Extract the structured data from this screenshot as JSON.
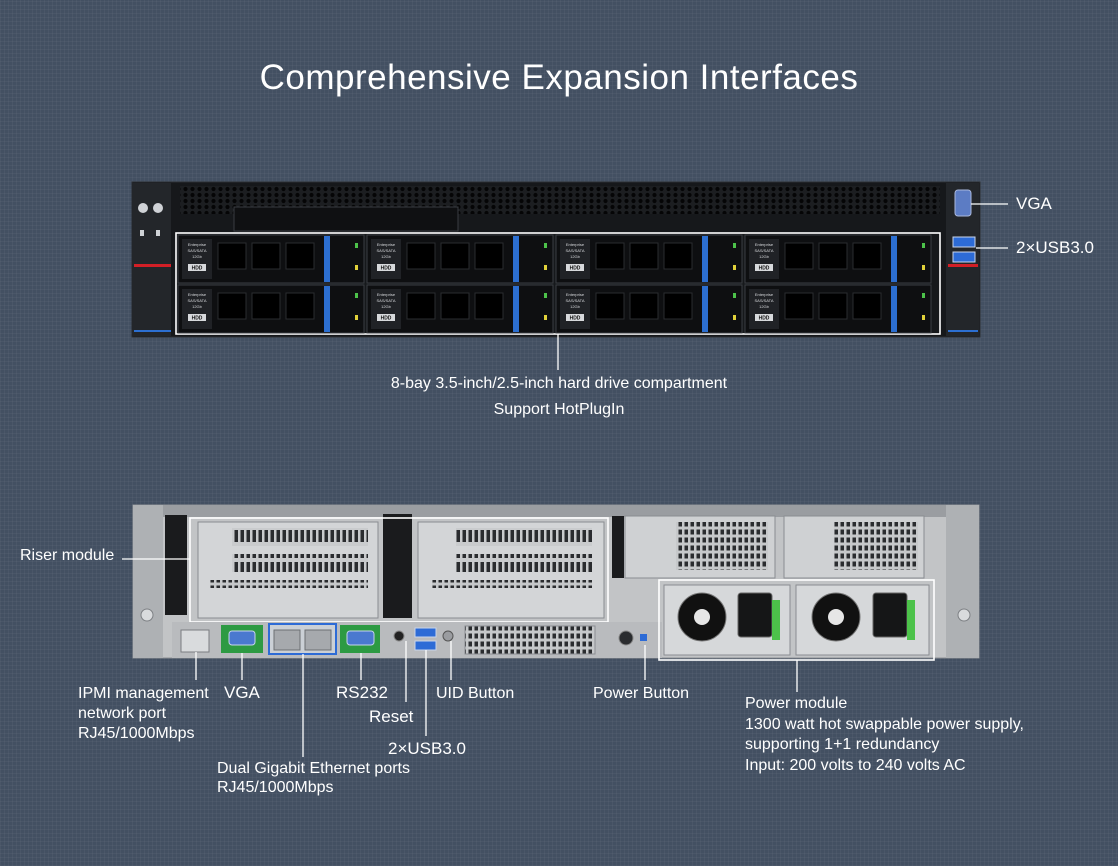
{
  "title": "Comprehensive Expansion Interfaces",
  "front": {
    "vga": "VGA",
    "usb": "2×USB3.0",
    "drive_bay_line1": "8-bay 3.5-inch/2.5-inch hard drive compartment",
    "drive_bay_line2": "Support HotPlugIn",
    "drive_label": {
      "brand": "Enterprise",
      "interface": "SAS/SATA",
      "speed": "12Gb",
      "type": "HDD"
    }
  },
  "rear": {
    "riser": "Riser module",
    "ipmi_line1": "IPMI management",
    "ipmi_line2": "network port",
    "ipmi_line3": "RJ45/1000Mbps",
    "vga": "VGA",
    "rs232": "RS232",
    "reset": "Reset",
    "uid": "UID Button",
    "usb": "2×USB3.0",
    "power_button": "Power Button",
    "eth_line1": "Dual Gigabit Ethernet ports",
    "eth_line2": "RJ45/1000Mbps",
    "psu_line1": "Power module",
    "psu_line2": "1300 watt hot swappable power supply,",
    "psu_line3": "supporting 1+1 redundancy",
    "psu_line4": "Input: 200 volts to 240 volts AC"
  },
  "colors": {
    "background": "#435062",
    "chassis": "#16181b",
    "drive_blue": "#2c6fd1",
    "accent_red": "#d21f26",
    "psu_green": "#4cc24a",
    "board_green": "#2d9a43",
    "port_blue": "#2d6bd6"
  }
}
